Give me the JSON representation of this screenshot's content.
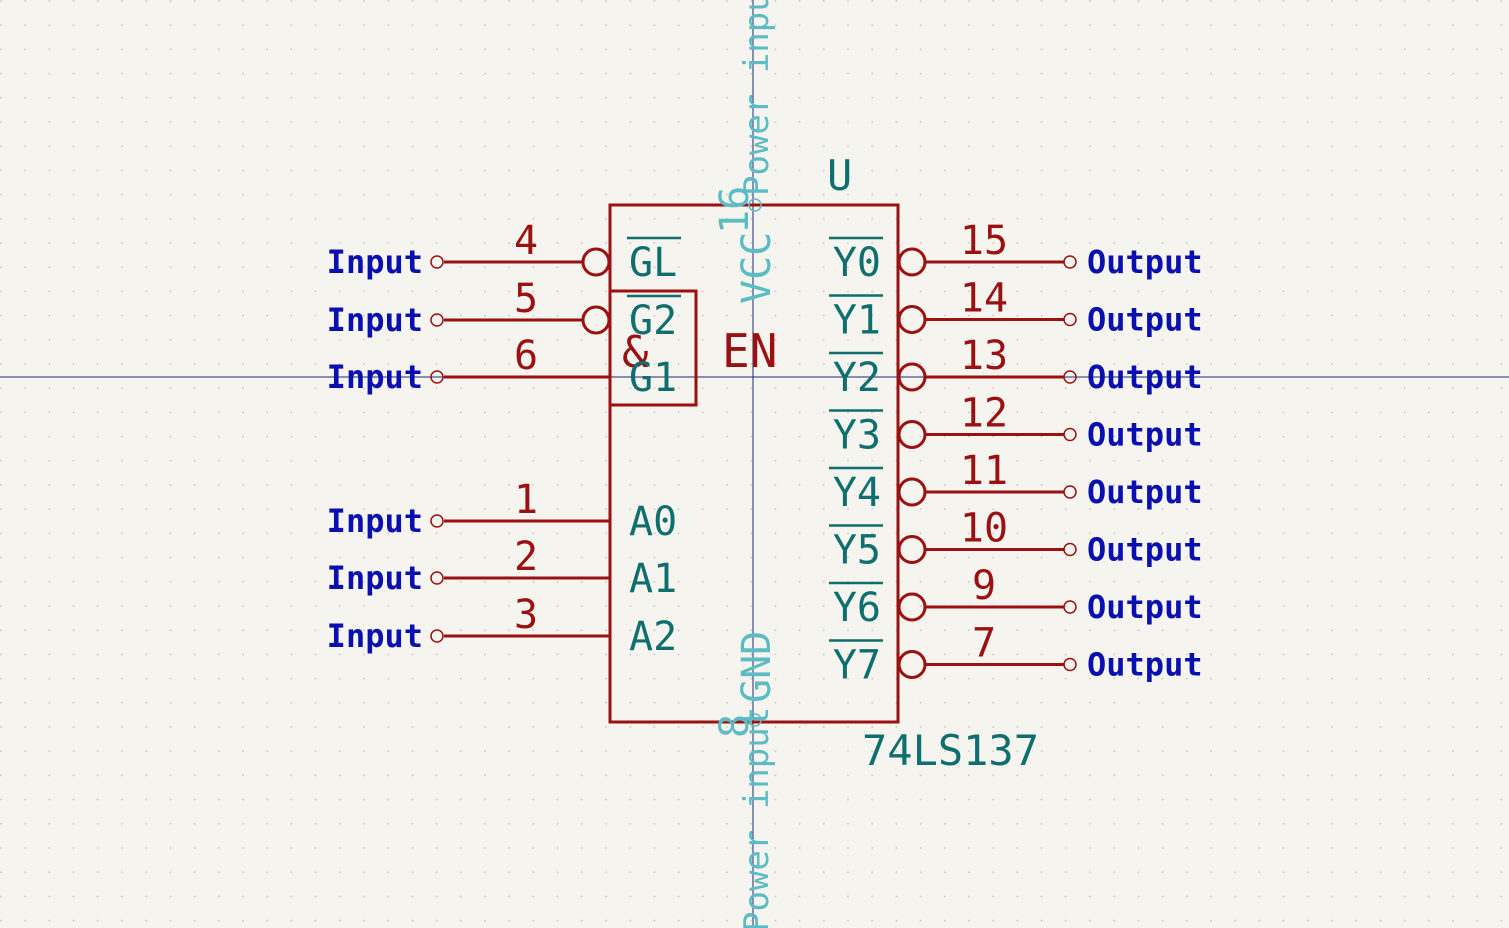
{
  "symbol": {
    "reference": "U",
    "value": "74LS137",
    "en_label": "EN",
    "and_label": "&"
  },
  "left_pins": [
    {
      "number": "4",
      "name": "GL",
      "inverted": true,
      "etype": "Input"
    },
    {
      "number": "5",
      "name": "G2",
      "inverted": true,
      "etype": "Input"
    },
    {
      "number": "6",
      "name": "G1",
      "inverted": false,
      "etype": "Input"
    },
    {
      "number": "1",
      "name": "A0",
      "inverted": false,
      "etype": "Input"
    },
    {
      "number": "2",
      "name": "A1",
      "inverted": false,
      "etype": "Input"
    },
    {
      "number": "3",
      "name": "A2",
      "inverted": false,
      "etype": "Input"
    }
  ],
  "right_pins": [
    {
      "number": "15",
      "name": "Y0",
      "inverted": true,
      "etype": "Output"
    },
    {
      "number": "14",
      "name": "Y1",
      "inverted": true,
      "etype": "Output"
    },
    {
      "number": "13",
      "name": "Y2",
      "inverted": true,
      "etype": "Output"
    },
    {
      "number": "12",
      "name": "Y3",
      "inverted": true,
      "etype": "Output"
    },
    {
      "number": "11",
      "name": "Y4",
      "inverted": true,
      "etype": "Output"
    },
    {
      "number": "10",
      "name": "Y5",
      "inverted": true,
      "etype": "Output"
    },
    {
      "number": "9",
      "name": "Y6",
      "inverted": true,
      "etype": "Output"
    },
    {
      "number": "7",
      "name": "Y7",
      "inverted": true,
      "etype": "Output"
    }
  ],
  "power_pins": [
    {
      "number": "16",
      "name": "VCC",
      "etype": "Power input"
    },
    {
      "number": "8",
      "name": "GND",
      "etype": "Power input"
    }
  ],
  "colors": {
    "background": "#f5f4ef",
    "body_outline": "#9b1010",
    "pin_name": "#0f6e6e",
    "electrical_type": "#0a10b0",
    "power": "#5cbcc4",
    "crosshair": "#1a2a7a"
  }
}
